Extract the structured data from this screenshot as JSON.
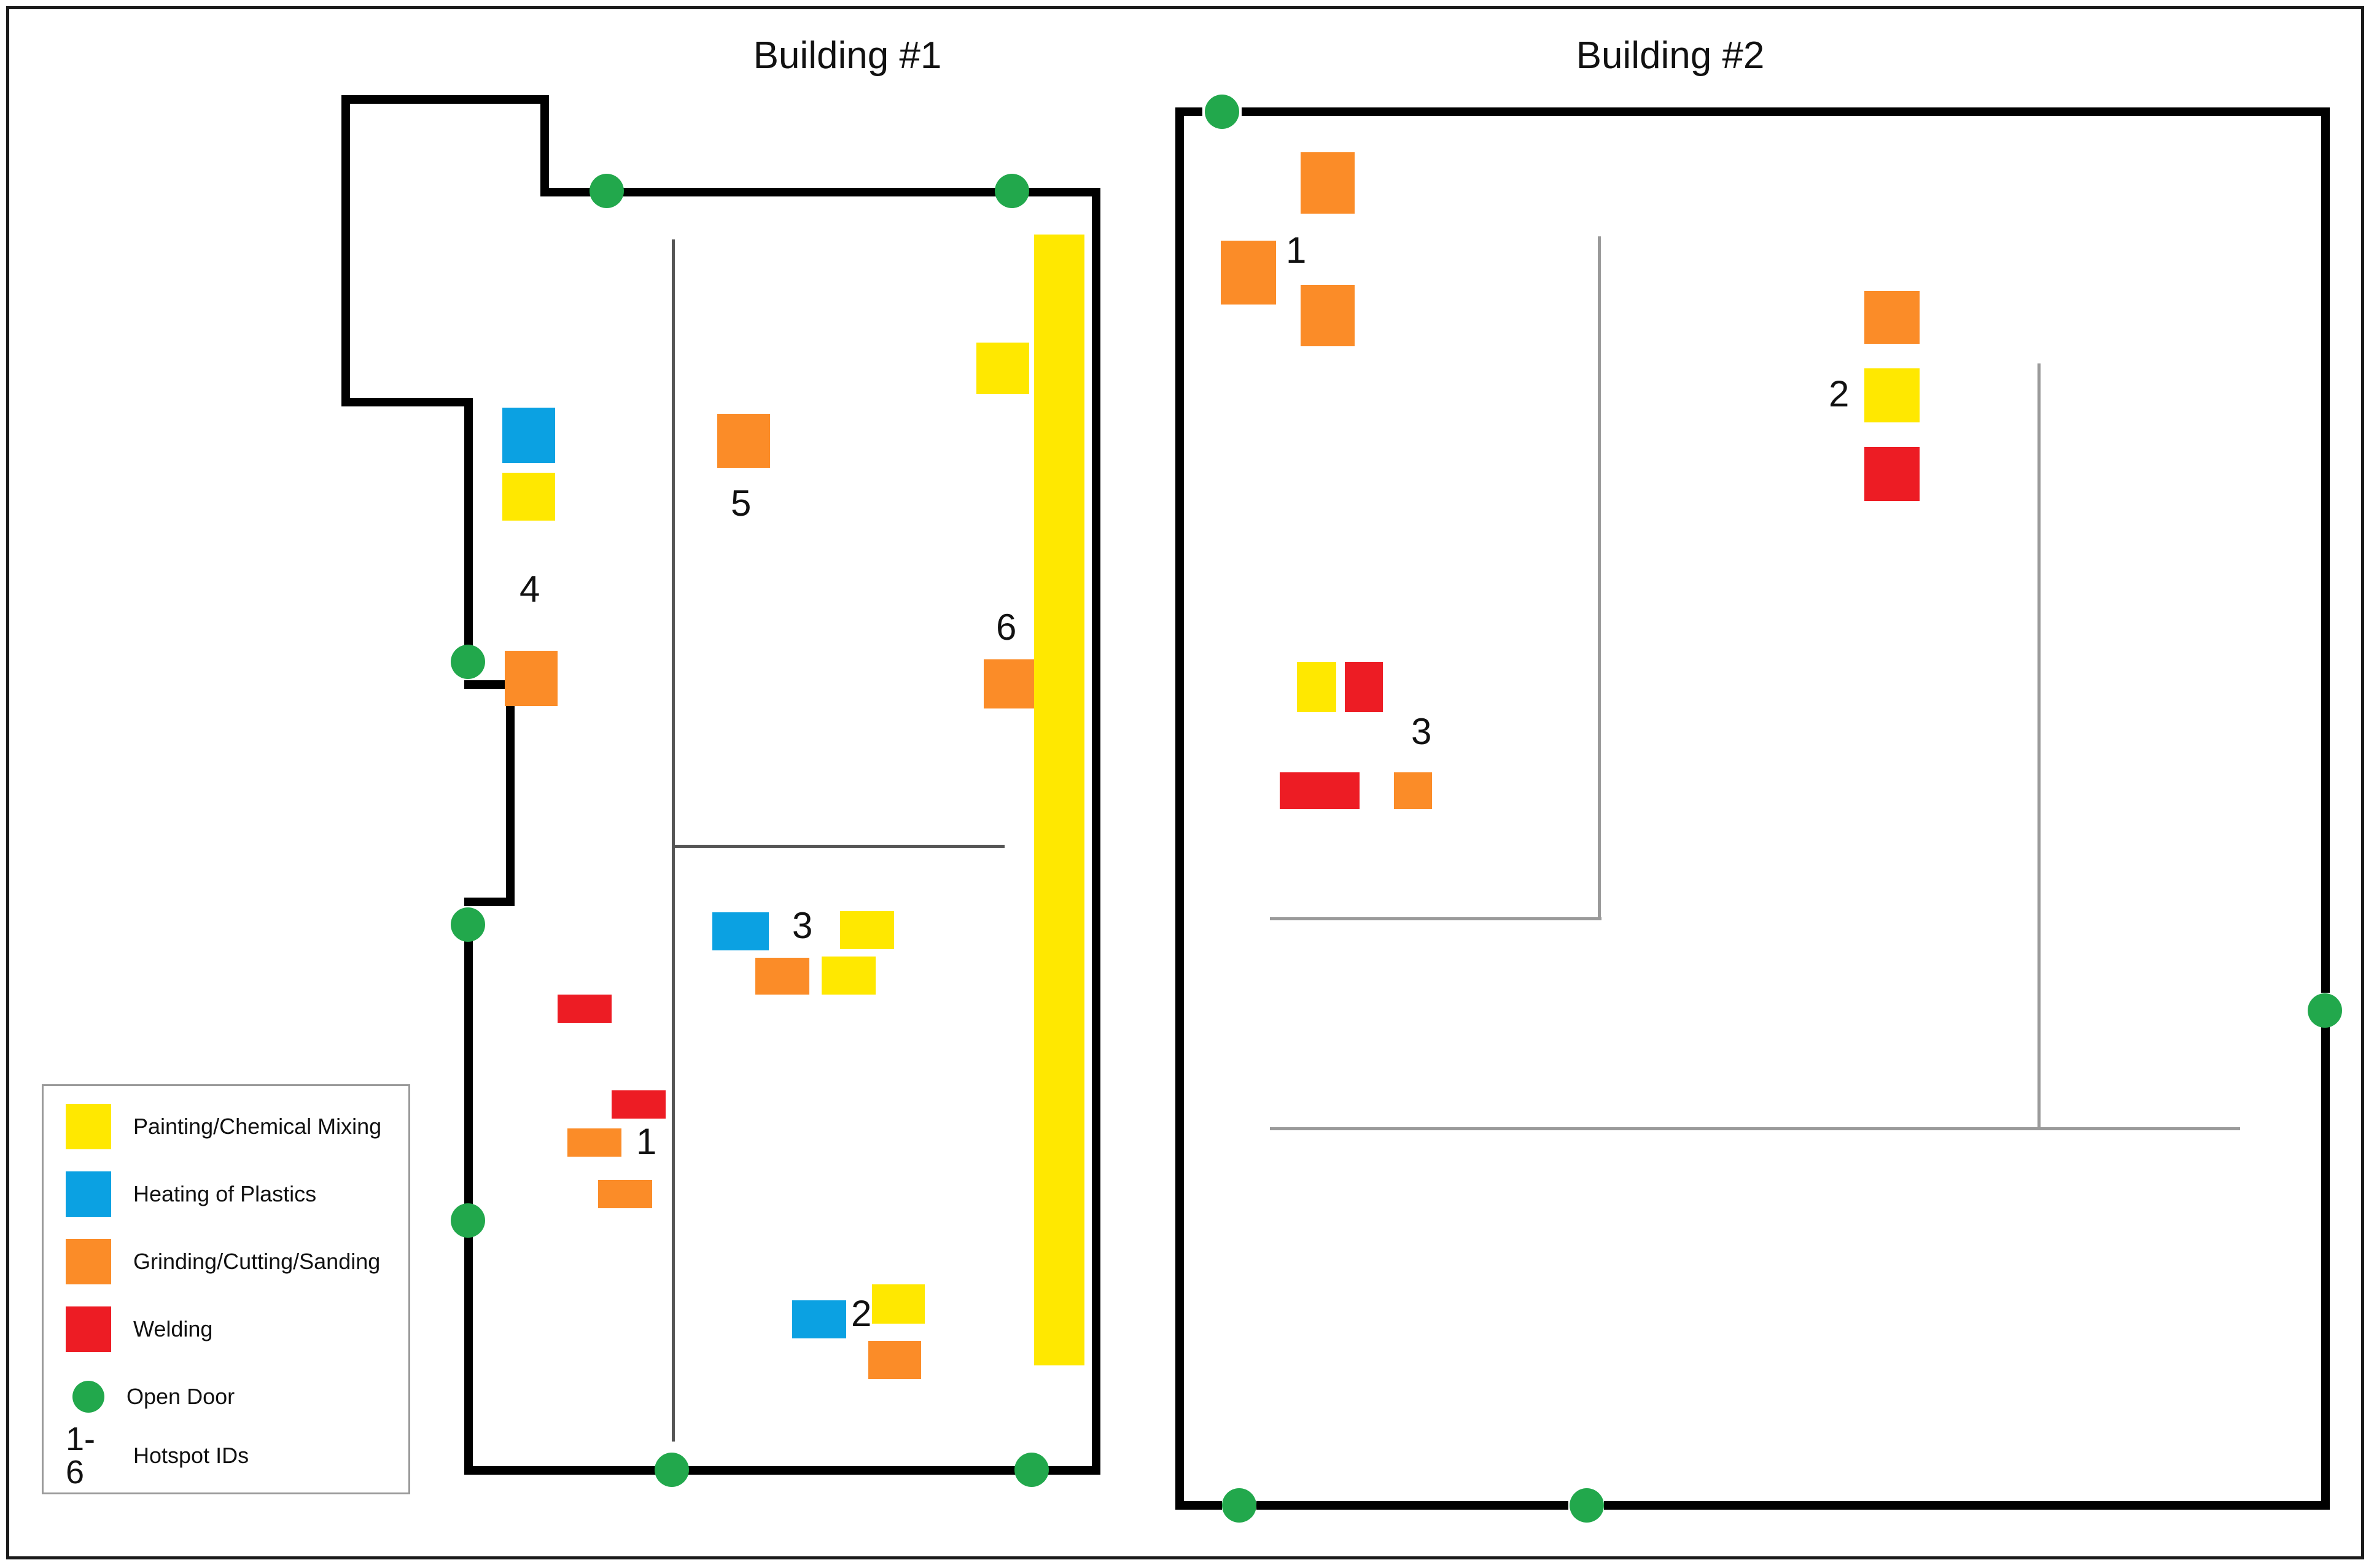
{
  "titles": {
    "building1": "Building #1",
    "building2": "Building #2"
  },
  "colors": {
    "painting": "#FFE800",
    "heating": "#0BA1E2",
    "grinding": "#FB8C28",
    "welding": "#ED1C24",
    "door": "#22A84C",
    "wall": "#000000",
    "partition": "#555555"
  },
  "legend": {
    "items": [
      {
        "type": "swatch",
        "color": "#FFE800",
        "label": "Painting/Chemical Mixing"
      },
      {
        "type": "swatch",
        "color": "#0BA1E2",
        "label": "Heating of Plastics"
      },
      {
        "type": "swatch",
        "color": "#FB8C28",
        "label": "Grinding/Cutting/Sanding"
      },
      {
        "type": "swatch",
        "color": "#ED1C24",
        "label": "Welding"
      },
      {
        "type": "dot",
        "color": "#22A84C",
        "label": "Open Door"
      },
      {
        "type": "range",
        "range": "1-6",
        "label": "Hotspot IDs"
      }
    ]
  },
  "building1": {
    "hotspot_labels": [
      "4",
      "5",
      "6",
      "3",
      "2",
      "1"
    ],
    "hotspots": [
      {
        "id": "1",
        "label": "1",
        "sources": [
          "welding",
          "welding",
          "grinding",
          "grinding"
        ]
      },
      {
        "id": "2",
        "label": "2",
        "sources": [
          "heating",
          "painting",
          "grinding"
        ]
      },
      {
        "id": "3",
        "label": "3",
        "sources": [
          "heating",
          "painting",
          "grinding",
          "painting"
        ]
      },
      {
        "id": "4",
        "label": "4",
        "sources": [
          "heating",
          "painting",
          "grinding"
        ]
      },
      {
        "id": "5",
        "label": "5",
        "sources": [
          "grinding"
        ]
      },
      {
        "id": "6",
        "label": "6",
        "sources": [
          "painting",
          "grinding"
        ]
      }
    ],
    "open_doors_count": 7
  },
  "building2": {
    "hotspot_labels": [
      "1",
      "2",
      "3"
    ],
    "hotspots": [
      {
        "id": "1",
        "label": "1",
        "sources": [
          "grinding",
          "grinding",
          "grinding"
        ]
      },
      {
        "id": "2",
        "label": "2",
        "sources": [
          "grinding",
          "painting",
          "welding"
        ]
      },
      {
        "id": "3",
        "label": "3",
        "sources": [
          "welding",
          "grinding"
        ]
      }
    ],
    "unnumbered_sources": [
      "painting",
      "welding"
    ],
    "open_doors_count": 4
  }
}
